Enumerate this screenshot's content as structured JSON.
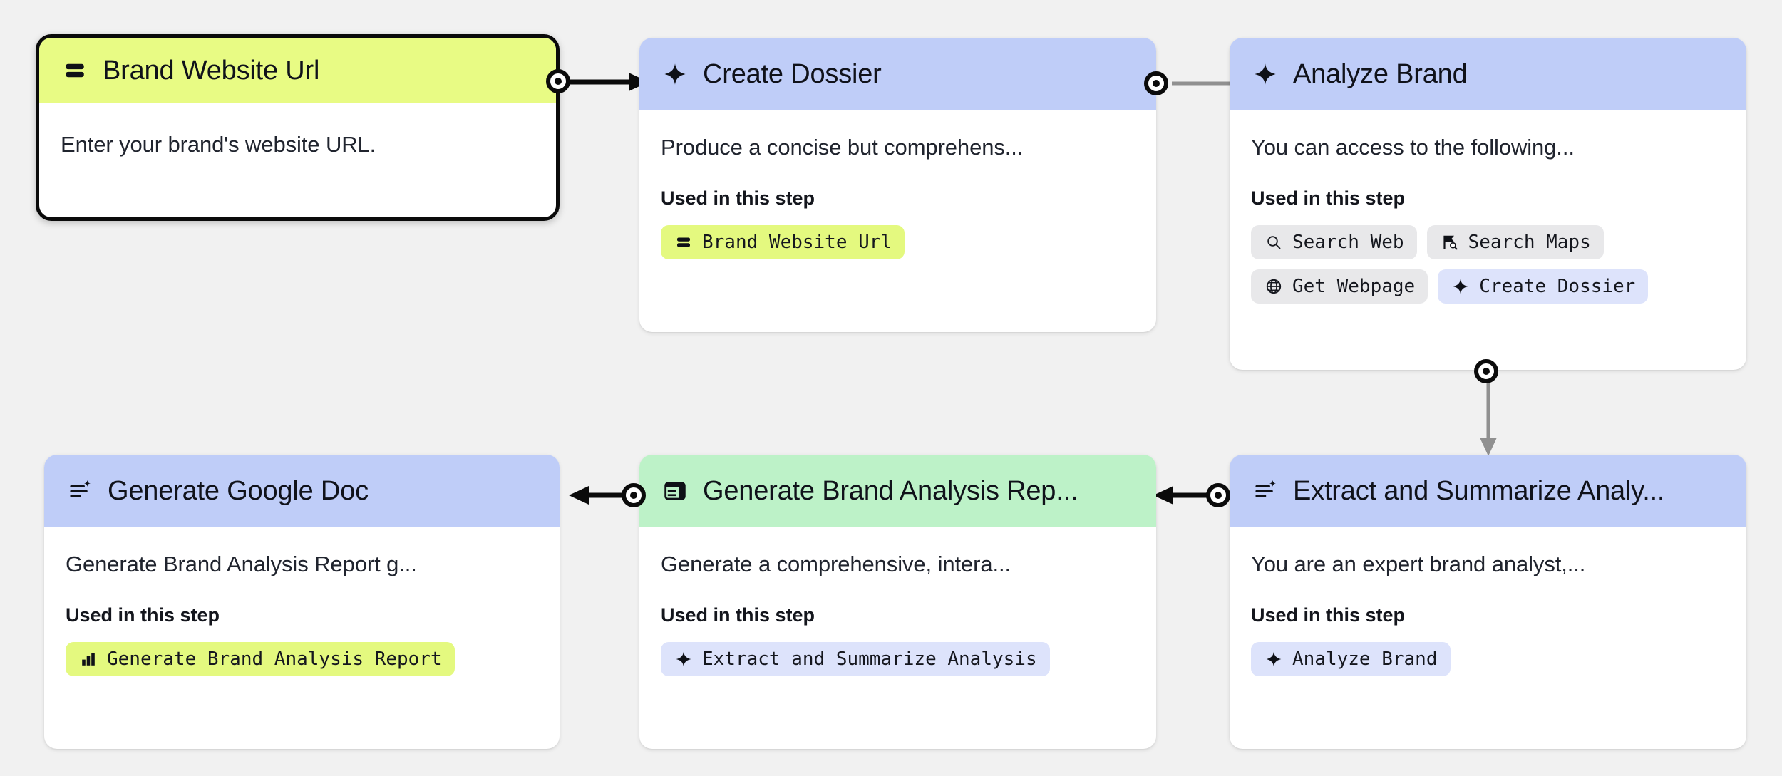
{
  "canvas": {
    "background_color": "#f1f1f1",
    "accent_yellow": "#e8fb84",
    "accent_blue": "#bfcdf8",
    "accent_green": "#bdf2c8",
    "chip_gray": "#e8e8ea",
    "chip_blue": "#dde3fb",
    "chip_yellow": "#e4f97f"
  },
  "used_in_this_step_label": "Used in this step",
  "nodes": [
    {
      "id": "brand-website-url",
      "title": "Brand Website Url",
      "icon": "input-variable-icon",
      "header_color": "#e8fb84",
      "selected": true,
      "description": "Enter your brand's website URL.",
      "chips": []
    },
    {
      "id": "create-dossier",
      "title": "Create Dossier",
      "icon": "sparkle-icon",
      "header_color": "#bfcdf8",
      "selected": false,
      "description": "Produce a concise but comprehens...",
      "chips": [
        {
          "label": "Brand Website Url",
          "icon": "input-variable-icon",
          "style": "yellow"
        }
      ]
    },
    {
      "id": "analyze-brand",
      "title": "Analyze Brand",
      "icon": "sparkle-icon",
      "header_color": "#bfcdf8",
      "selected": false,
      "description": "You can access to the following...",
      "chips": [
        {
          "label": "Search Web",
          "icon": "search-icon",
          "style": "gray"
        },
        {
          "label": "Search Maps",
          "icon": "map-search-icon",
          "style": "gray"
        },
        {
          "label": "Get Webpage",
          "icon": "globe-icon",
          "style": "gray"
        },
        {
          "label": "Create Dossier",
          "icon": "sparkle-icon",
          "style": "blue"
        }
      ]
    },
    {
      "id": "extract-and-summarize-analysis",
      "title": "Extract and Summarize Analy...",
      "icon": "summarize-icon",
      "header_color": "#bfcdf8",
      "selected": false,
      "description": "You are an expert brand analyst,...",
      "chips": [
        {
          "label": "Analyze Brand",
          "icon": "sparkle-icon",
          "style": "blue"
        }
      ]
    },
    {
      "id": "generate-brand-analysis-report",
      "title": "Generate Brand Analysis Rep...",
      "icon": "panel-layout-icon",
      "header_color": "#bdf2c8",
      "selected": false,
      "description": "Generate a comprehensive, intera...",
      "chips": [
        {
          "label": "Extract and Summarize Analysis",
          "icon": "sparkle-icon",
          "style": "blue"
        }
      ]
    },
    {
      "id": "generate-google-doc",
      "title": "Generate Google Doc",
      "icon": "summarize-icon",
      "header_color": "#bfcdf8",
      "selected": false,
      "description": "Generate Brand Analysis Report g...",
      "chips": [
        {
          "label": "Generate Brand Analysis Report",
          "icon": "bar-chart-icon",
          "style": "yellow"
        }
      ]
    }
  ],
  "edges": [
    {
      "from": "brand-website-url",
      "to": "create-dossier",
      "direction": "right",
      "emphasis": "strong"
    },
    {
      "from": "create-dossier",
      "to": "analyze-brand",
      "direction": "right",
      "emphasis": "muted"
    },
    {
      "from": "analyze-brand",
      "to": "extract-and-summarize-analysis",
      "direction": "down",
      "emphasis": "muted"
    },
    {
      "from": "extract-and-summarize-analysis",
      "to": "generate-brand-analysis-report",
      "direction": "left",
      "emphasis": "strong"
    },
    {
      "from": "generate-brand-analysis-report",
      "to": "generate-google-doc",
      "direction": "left",
      "emphasis": "strong"
    }
  ]
}
